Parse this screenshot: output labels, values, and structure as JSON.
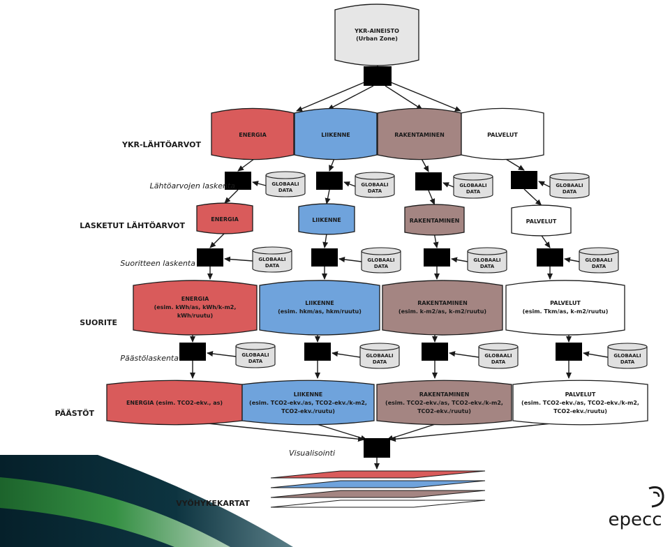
{
  "source": {
    "title": "YKR-AINEISTO",
    "subtitle": "(Urban Zone)"
  },
  "row_labels": {
    "ykr": "YKR-LÄHTÖARVOT",
    "calc1": "Lähtöarvojen laskenta",
    "laskettu": "LASKETUT LÄHTÖARVOT",
    "calc2": "Suoritteen laskenta",
    "suorite": "SUORITE",
    "calc3": "Päästölaskenta",
    "paastot": "PÄÄSTÖT",
    "visual": "Visualisointi",
    "kartat": "VYÖHYKEKARTAT"
  },
  "global_data": {
    "line1": "GLOBAALI",
    "line2": "DATA"
  },
  "sectors": [
    {
      "key": "energia",
      "color": "#d95b5b",
      "ykr": "ENERGIA",
      "laskettu": "ENERGIA",
      "suorite": [
        "ENERGIA",
        "(esim. kWh/as, kWh/k-m2,",
        "kWh/ruutu)"
      ],
      "paastot": [
        "ENERGIA (esim. TCO2-ekv., as)"
      ]
    },
    {
      "key": "liikenne",
      "color": "#6fa3dc",
      "ykr": "LIIKENNE",
      "laskettu": "LIIKENNE",
      "suorite": [
        "LIIKENNE",
        "(esim. hkm/as, hkm/ruutu)"
      ],
      "paastot": [
        "LIIKENNE",
        "(esim. TCO2-ekv./as, TCO2-ekv./k-m2,",
        "TCO2-ekv./ruutu)"
      ]
    },
    {
      "key": "rakentaminen",
      "color": "#a48582",
      "ykr": "RAKENTAMINEN",
      "laskettu": "RAKENTAMINEN",
      "suorite": [
        "RAKENTAMINEN",
        "(esim. k-m2/as, k-m2/ruutu)"
      ],
      "paastot": [
        "RAKENTAMINEN",
        "(esim. TCO2-ekv./as, TCO2-ekv./k-m2,",
        "TCO2-ekv./ruutu)"
      ]
    },
    {
      "key": "palvelut",
      "color": "#ffffff",
      "ykr": "PALVELUT",
      "laskettu": "PALVELUT",
      "suorite": [
        "PALVELUT",
        "(esim. Tkm/as, k-m2/ruutu)"
      ],
      "paastot": [
        "PALVELUT",
        "(esim. TCO2-ekv./as, TCO2-ekv./k-m2,",
        "TCO2-ekv./ruutu)"
      ]
    }
  ],
  "map_layer_colors": [
    "#d95b5b",
    "#6fa3dc",
    "#a48582",
    "#ffffff"
  ],
  "logo": {
    "text": "epecc"
  },
  "colors": {
    "stroke": "#1a1a1a",
    "process": "#000000",
    "global_fill": "#e0e0e0",
    "source_fill": "#e6e6e6",
    "ribbon_dark": "#0a2a33",
    "ribbon_green": "#2f8a3c"
  }
}
